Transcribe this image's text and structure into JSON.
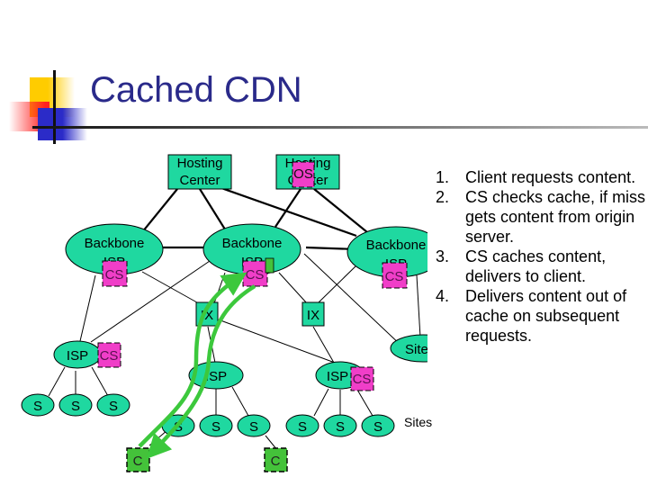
{
  "slide": {
    "title": "Cached CDN",
    "steps": [
      {
        "number": "1.",
        "text": "Client requests content."
      },
      {
        "number": "2.",
        "text": "CS checks cache, if miss gets content from origin server."
      },
      {
        "number": "3.",
        "text": "CS caches content, delivers to client."
      },
      {
        "number": "4.",
        "text": "Delivers content out of cache on subsequent requests."
      }
    ]
  },
  "colors": {
    "title": "#2a2a8a",
    "node_fill": "#1fd8a0",
    "cache_server_fill": "#f03ec8",
    "client_fill": "#44c23a",
    "arrow": "#3cc83c"
  },
  "diagram": {
    "hosting_centers": [
      {
        "id": "hc1",
        "line1": "Hosting",
        "line2": "Center"
      },
      {
        "id": "hc2",
        "line1": "Hosting",
        "line2": "Center",
        "origin_server_label": "OS"
      }
    ],
    "backbones": [
      {
        "id": "bb1",
        "line1": "Backbone",
        "line2": "ISP",
        "cache_label": "CS"
      },
      {
        "id": "bb2",
        "line1": "Backbone",
        "line2": "ISP",
        "cache_label": "CS"
      },
      {
        "id": "bb3",
        "line1": "Backbone",
        "line2": "ISP",
        "cache_label": "CS"
      }
    ],
    "exchanges": [
      {
        "id": "ix1",
        "label": "IX"
      },
      {
        "id": "ix2",
        "label": "IX"
      }
    ],
    "isps": [
      {
        "id": "isp1",
        "label": "ISP",
        "cache_label": "CS"
      },
      {
        "id": "isp2",
        "label": "ISP"
      },
      {
        "id": "isp3",
        "label": "ISP",
        "cache_label": "CS"
      }
    ],
    "site_node": {
      "label": "Sites"
    },
    "sites_label": "Sites",
    "site_label": "S",
    "client_label": "C"
  }
}
